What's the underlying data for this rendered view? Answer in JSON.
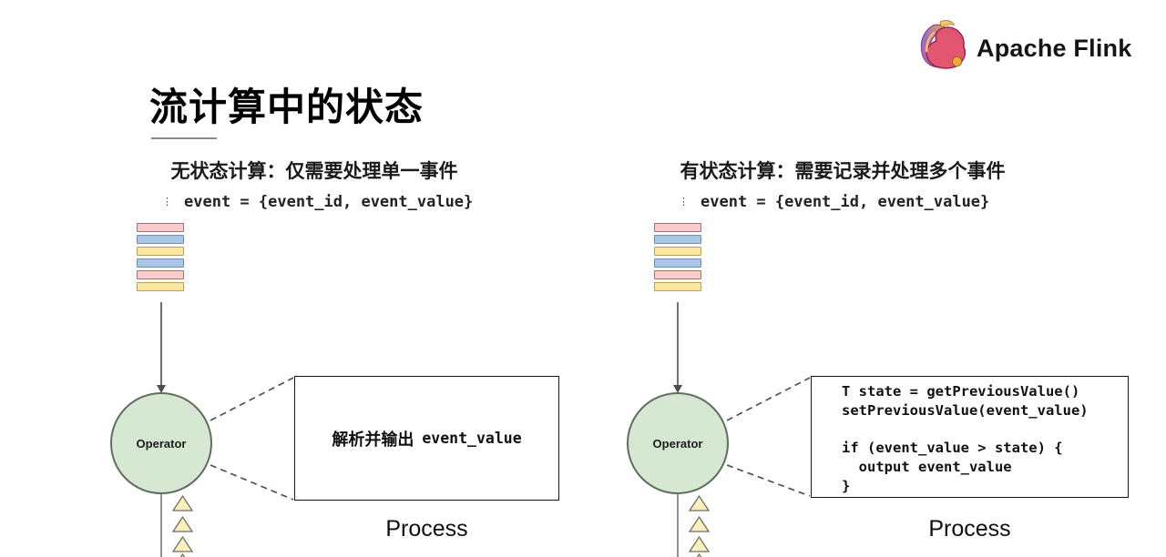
{
  "brand": {
    "name": "Apache Flink"
  },
  "slide": {
    "title": "流计算中的状态"
  },
  "left_panel": {
    "subtitle": "无状态计算：仅需要处理单一事件",
    "event_marker": "⋮",
    "event_code": "event = {event_id, event_value}",
    "operator_label": "Operator",
    "box_text_cjk": "解析并输出",
    "box_text_code": "event_value",
    "process_label": "Process"
  },
  "right_panel": {
    "subtitle": "有状态计算：需要记录并处理多个事件",
    "event_marker": "⋮",
    "event_code": "event = {event_id, event_value}",
    "operator_label": "Operator",
    "code_lines": [
      "T state = getPreviousValue()",
      "setPreviousValue(event_value)",
      "",
      "if (event_value > state) {",
      "  output event_value",
      "}"
    ],
    "process_label": "Process"
  },
  "event_stack": {
    "sequence": [
      "pink",
      "blue",
      "yellow",
      "blue",
      "pink",
      "yellow"
    ],
    "colors": {
      "pink": {
        "fill": "#f8cecc",
        "border": "#9e7070"
      },
      "blue": {
        "fill": "#a9c4e4",
        "border": "#7090b8"
      },
      "yellow": {
        "fill": "#fbe7a1",
        "border": "#b5a158"
      }
    }
  },
  "diagram_colors": {
    "operator_fill": "#d6e8d2",
    "operator_border": "#5f6e5f",
    "dash_color": "#44546a",
    "arrow_color": "#4d4d4d",
    "triangle_fill": "#fcefbf",
    "triangle_border": "#6f6f5f"
  }
}
